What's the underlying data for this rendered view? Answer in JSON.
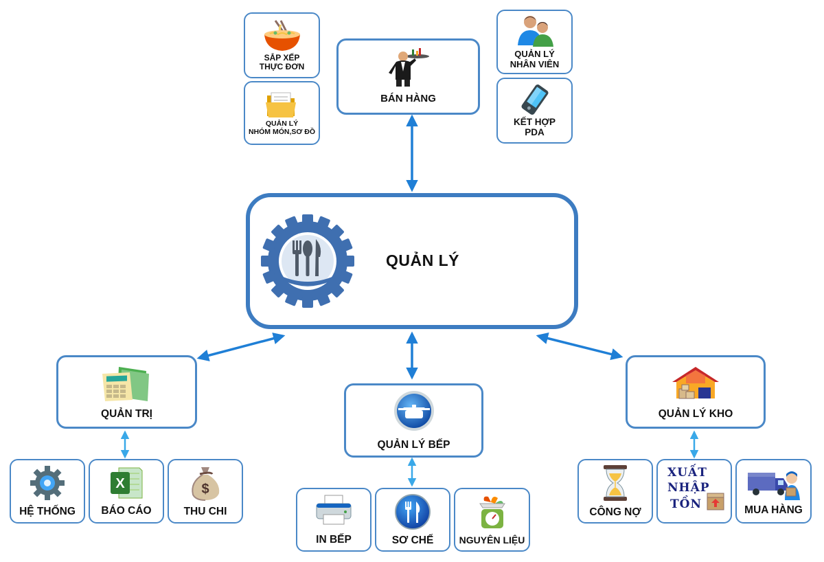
{
  "center": {
    "title": "QUẢN LÝ",
    "icon": "cutlery-gear-icon"
  },
  "top": {
    "ban_hang": {
      "label": "BÁN HÀNG",
      "icon": "waiter-icon"
    },
    "sap_xep": {
      "line1": "SẮP XẾP",
      "line2": "THỰC ĐƠN",
      "icon": "noodle-bowl-icon"
    },
    "nhom_mon": {
      "line1": "QUẢN LÝ",
      "line2": "NHÓM MÓN,SƠ ĐỒ",
      "icon": "folder-icon"
    },
    "nhan_vien": {
      "line1": "QUẢN LÝ",
      "line2": "NHÂN VIÊN",
      "icon": "staff-icon"
    },
    "pda": {
      "line1": "KẾT HỢP",
      "line2": "PDA",
      "icon": "mobile-device-icon"
    }
  },
  "quan_tri": {
    "label": "QUẢN TRỊ",
    "icon": "spreadsheet-folder-icon",
    "children": [
      {
        "label": "HỆ THỐNG",
        "icon": "gear-icon"
      },
      {
        "label": "BÁO CÁO",
        "icon": "excel-icon"
      },
      {
        "label": "THU CHI",
        "icon": "money-bag-icon"
      }
    ]
  },
  "bep": {
    "label": "QUẢN LÝ BẾP",
    "icon": "cooking-pot-icon",
    "children": [
      {
        "label": "IN BẾP",
        "icon": "printer-icon"
      },
      {
        "label": "SƠ CHẾ",
        "icon": "fork-knife-icon"
      },
      {
        "label": "NGUYÊN LIỆU",
        "icon": "scale-icon"
      }
    ]
  },
  "kho": {
    "label": "QUẢN LÝ KHO",
    "icon": "warehouse-icon",
    "children": [
      {
        "label": "CÔNG NỢ",
        "icon": "hourglass-icon"
      },
      {
        "words": [
          "XUẤT",
          "NHẬP",
          "TỒN"
        ],
        "icon": "box-icon"
      },
      {
        "label": "MUA HÀNG",
        "icon": "delivery-truck-icon"
      }
    ]
  },
  "colors": {
    "border": "#4a88c7",
    "arrow": "#1f7fd6",
    "arrow_light": "#39a8e8"
  }
}
